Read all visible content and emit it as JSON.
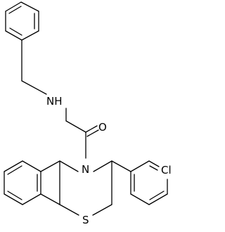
{
  "molecule": {
    "atoms": {
      "nitrogen_amine": "NH",
      "oxygen_carbonyl": "O",
      "nitrogen_ring": "N",
      "chlorine": "Cl",
      "sulfur": "S"
    }
  },
  "colors": {
    "background": "#ffffff",
    "bond": "#000000",
    "text": "#000000"
  }
}
